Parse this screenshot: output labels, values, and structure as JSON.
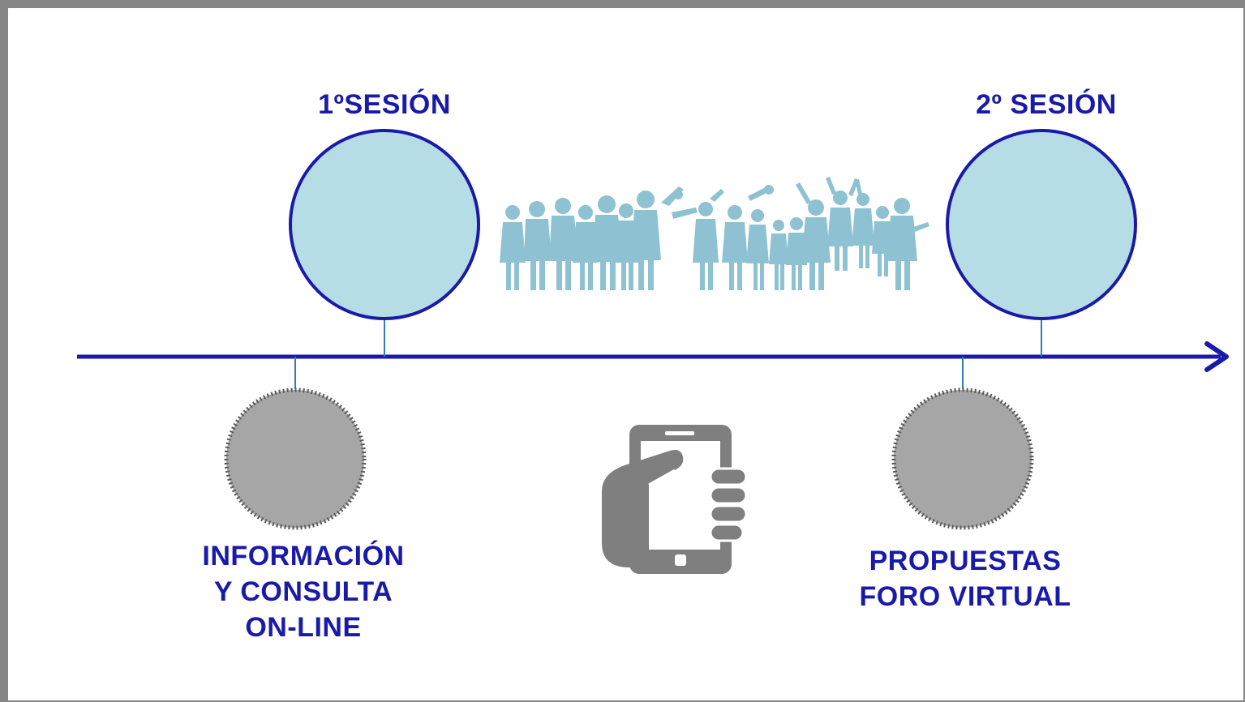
{
  "sessions": [
    {
      "title": "1ºSESIÓN"
    },
    {
      "title": "2º SESIÓN"
    }
  ],
  "online_steps": [
    {
      "lines": [
        "INFORMACIÓN",
        "Y CONSULTA",
        "ON-LINE"
      ]
    },
    {
      "lines": [
        "PROPUESTAS",
        "FORO VIRTUAL"
      ]
    }
  ],
  "icons": {
    "people": "people-crowd-icon",
    "phone": "hand-holding-smartphone-icon"
  },
  "colors": {
    "timeline": "#1a1aa8",
    "session_circle_fill": "#b6dce6",
    "online_circle_fill": "#a6a6a6",
    "connector": "#2e7fb0",
    "people": "#8ec2d2",
    "phone": "#7f7f7f",
    "frame": "#868686"
  }
}
